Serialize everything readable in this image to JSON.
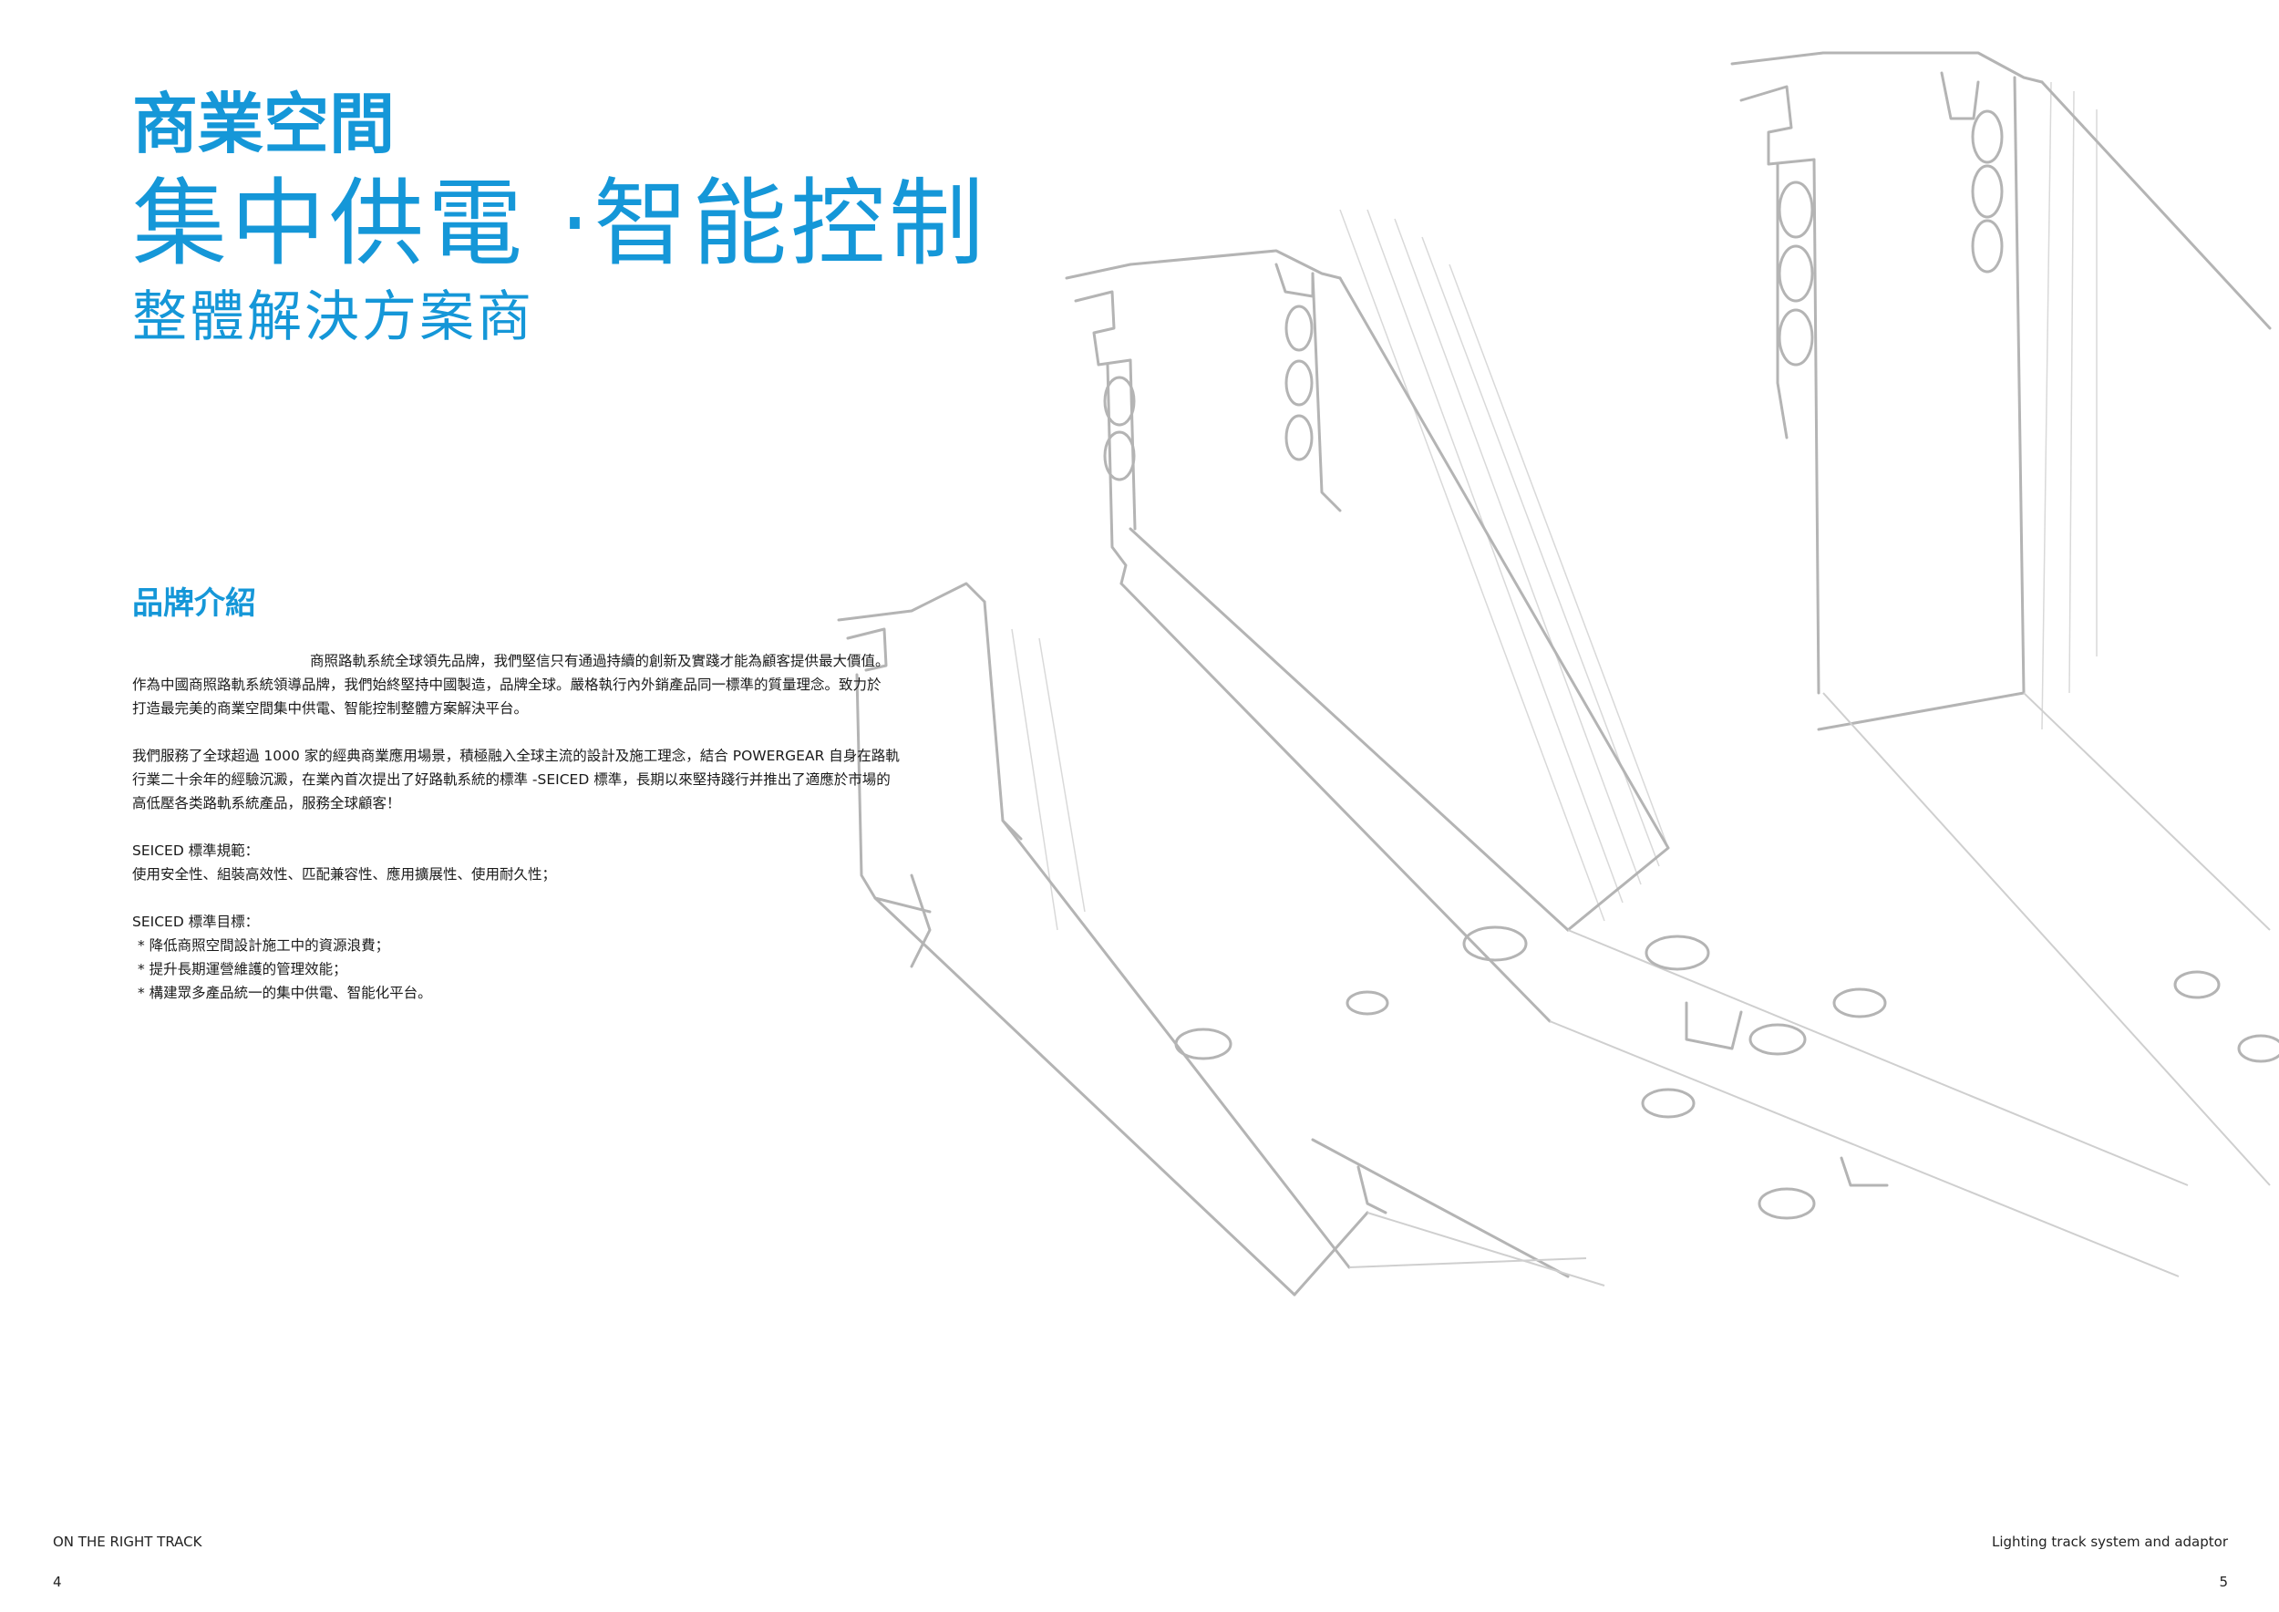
{
  "hero": {
    "line1": "商業空間",
    "line2": "集中供電 ·智能控制",
    "line3": "整體解決方案商"
  },
  "brand_intro": {
    "title": "品牌介紹",
    "para1": [
      "商照路軌系統全球領先品牌，我們堅信只有通過持續的創新及實踐才能為顧客提供最大價值。",
      "作為中國商照路軌系統領導品牌，我們始終堅持中國製造，品牌全球。嚴格執行內外銷產品同一標準的質量理念。致力於",
      "打造最完美的商業空間集中供電、智能控制整體方案解決平台。"
    ],
    "para2": [
      "我們服務了全球超過 1000 家的經典商業應用場景，積極融入全球主流的設計及施工理念，結合 POWERGEAR 自身在路軌",
      "行業二十余年的經驗沉澱，在業內首次提出了好路軌系統的標準 -SEICED 標準，長期以來堅持踐行并推出了適應於市場的",
      "高低壓各类路軌系統產品，服務全球顧客！"
    ],
    "spec_title": "SEICED 標準規範：",
    "spec_body": "使用安全性、組裝高效性、匹配兼容性、應用擴展性、使用耐久性；",
    "goal_title": "SEICED 標準目標：",
    "goals": [
      "* 降低商照空間設計施工中的資源浪費；",
      "* 提升長期運營維護的管理效能；",
      "* 構建眾多產品統一的集中供電、智能化平台。"
    ]
  },
  "footer": {
    "left_label": "ON THE RIGHT TRACK",
    "right_label": "Lighting track system and adaptor",
    "page_left": "4",
    "page_right": "5"
  },
  "colors": {
    "accent": "#1597d8",
    "text": "#1a1a1a",
    "sketch": "#b4b4b4"
  }
}
